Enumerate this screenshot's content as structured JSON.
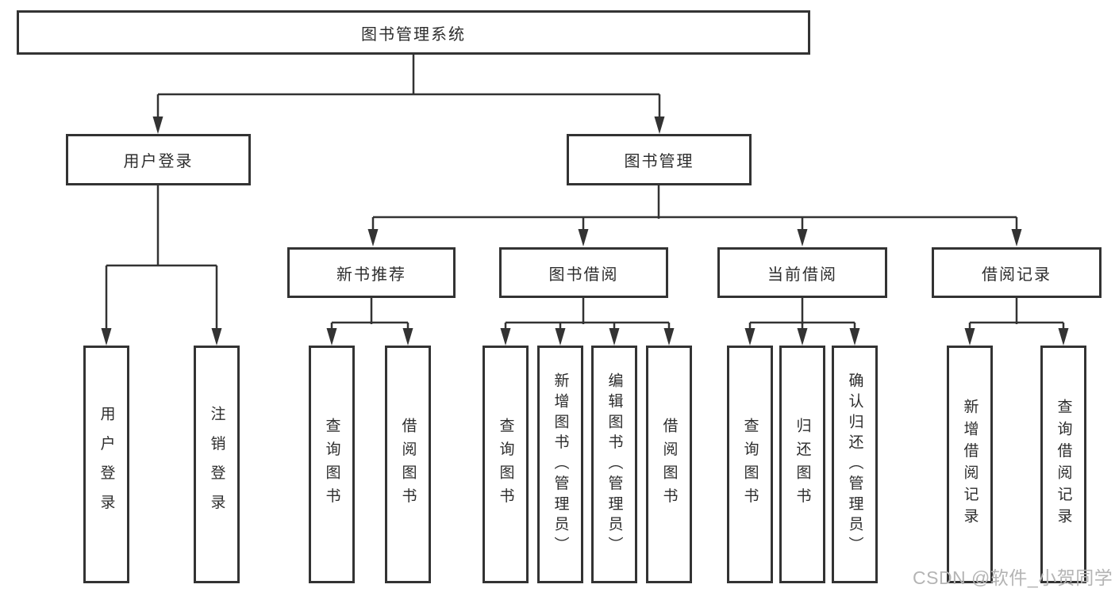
{
  "diagram": {
    "root": {
      "label": "图书管理系统"
    },
    "branches": [
      {
        "label": "用户登录",
        "children": [
          {
            "label": "用户登录"
          },
          {
            "label": "注销登录"
          }
        ]
      },
      {
        "label": "图书管理",
        "children": [
          {
            "label": "新书推荐",
            "children": [
              {
                "label": "查询图书"
              },
              {
                "label": "借阅图书"
              }
            ]
          },
          {
            "label": "图书借阅",
            "children": [
              {
                "label": "查询图书"
              },
              {
                "label": "新增图书（管理员）"
              },
              {
                "label": "编辑图书（管理员）"
              },
              {
                "label": "借阅图书"
              }
            ]
          },
          {
            "label": "当前借阅",
            "children": [
              {
                "label": "查询图书"
              },
              {
                "label": "归还图书"
              },
              {
                "label": "确认归还（管理员）"
              }
            ]
          },
          {
            "label": "借阅记录",
            "children": [
              {
                "label": "新增借阅记录"
              },
              {
                "label": "查询借阅记录"
              }
            ]
          }
        ]
      }
    ],
    "watermark": "CSDN @软件_小贺同学"
  },
  "colors": {
    "line": "#333333",
    "box_border": "#333333",
    "box_bg": "#ffffff",
    "text": "#2d2d2d",
    "watermark": "#b4b4b4"
  }
}
